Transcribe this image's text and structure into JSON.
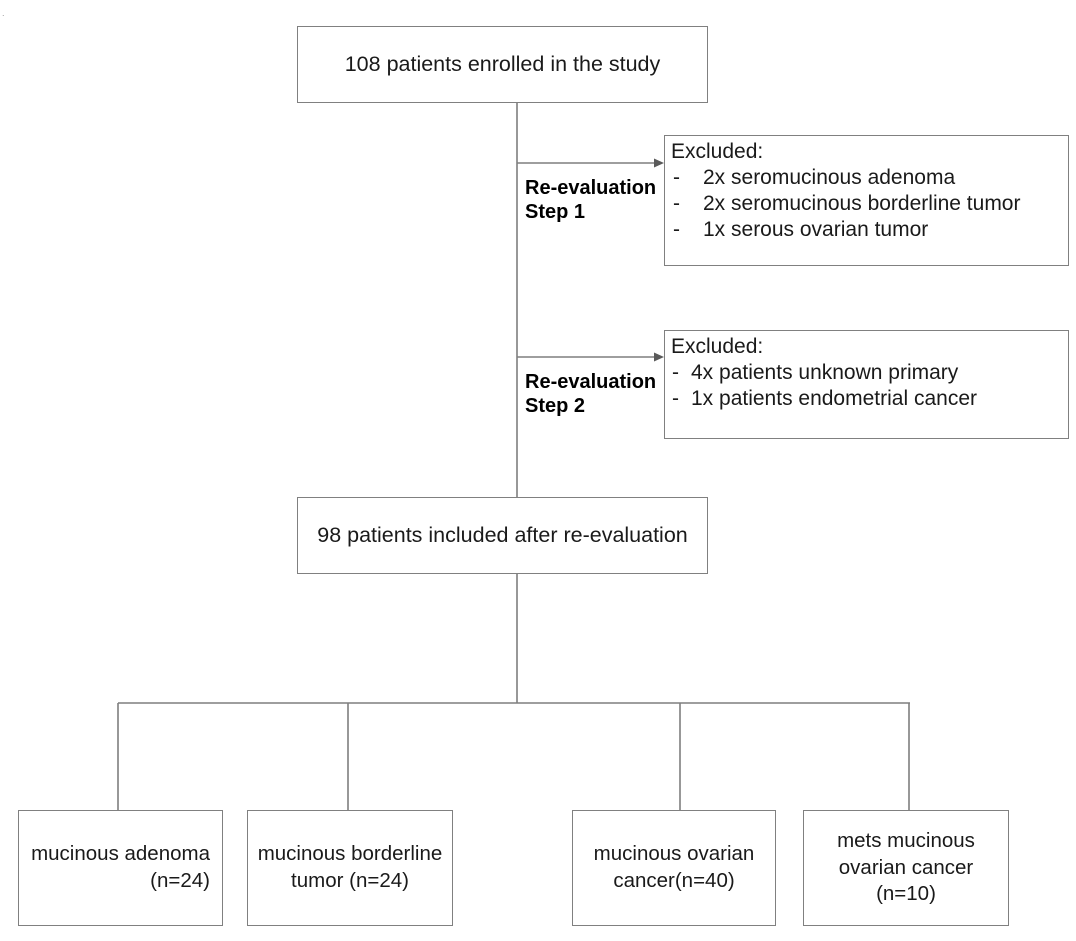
{
  "diagram": {
    "title_node": {
      "id": "enrolled",
      "text": "108 patients enrolled in the study"
    },
    "steps": [
      {
        "id": "step-1",
        "label": "Re-evaluation\nStep 1"
      },
      {
        "id": "step-2",
        "label": "Re-evaluation\nStep 2"
      }
    ],
    "excluded": [
      {
        "id": "excluded-1",
        "title": "Excluded:",
        "items": [
          "2x seromucinous adenoma",
          "2x seromucinous borderline tumor",
          "1x serous ovarian tumor"
        ],
        "bullet": "-"
      },
      {
        "id": "excluded-2",
        "title": "Excluded:",
        "items": [
          "4x patients unknown primary",
          "1x patients endometrial cancer"
        ],
        "bullet": "-"
      }
    ],
    "included_node": {
      "id": "included",
      "text": "98 patients included after re-evaluation"
    },
    "leaves": [
      {
        "id": "leaf-0",
        "text": "mucinous adenoma\n(n=24)"
      },
      {
        "id": "leaf-1",
        "text": "mucinous borderline\ntumor (n=24)"
      },
      {
        "id": "leaf-2",
        "text": "mucinous ovarian\ncancer(n=40)"
      },
      {
        "id": "leaf-3",
        "text": "mets mucinous\novarian cancer\n(n=10)"
      }
    ],
    "colors": {
      "border": "#808080",
      "connector": "#7f7f7f",
      "text": "#1a1a1a",
      "background": "#ffffff"
    }
  }
}
